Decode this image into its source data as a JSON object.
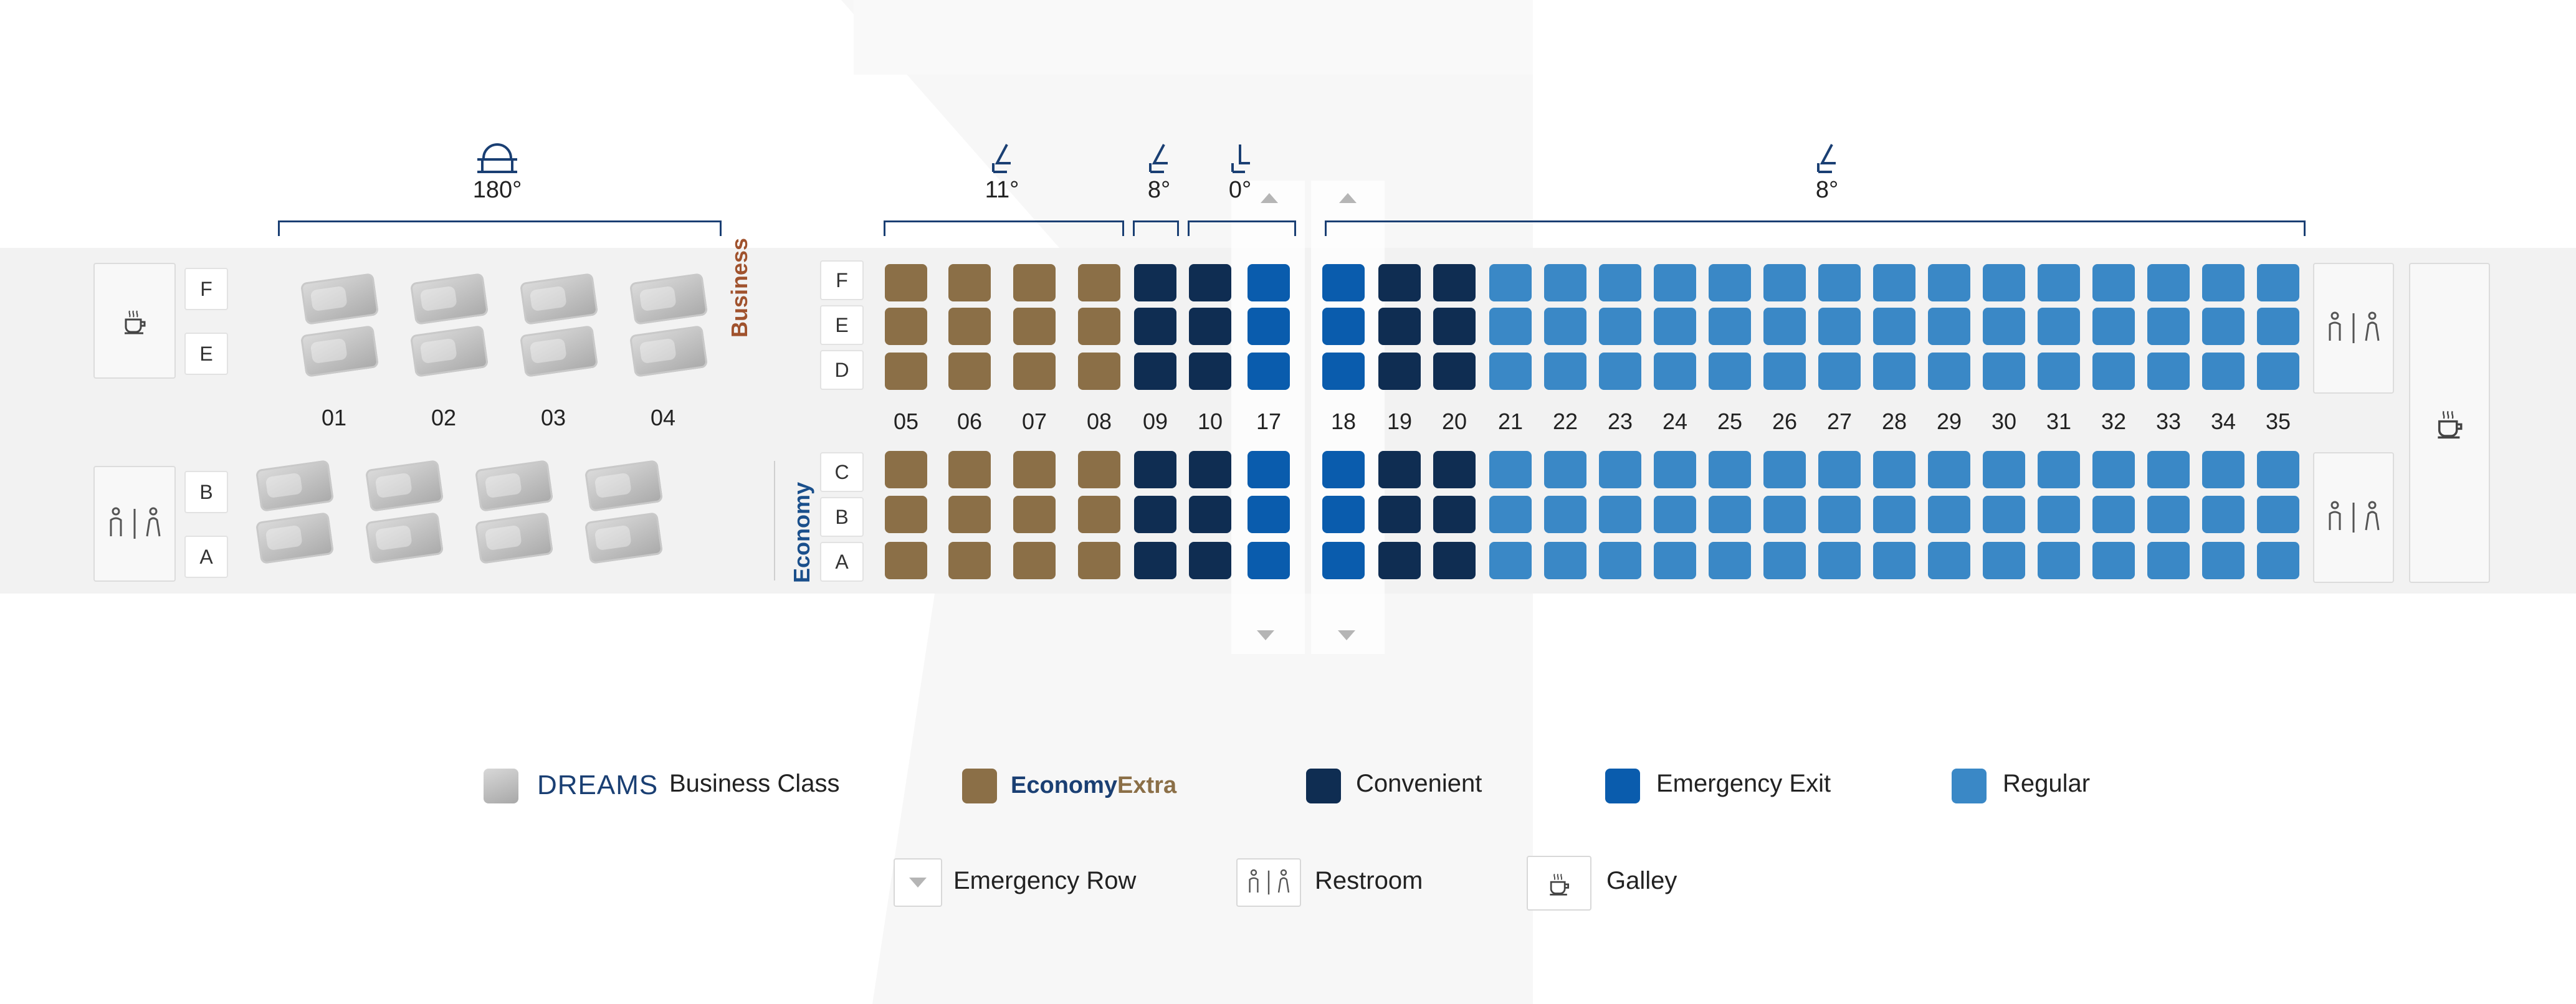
{
  "colors": {
    "business": "#b8b8b8",
    "economy_extra": "#8b6f47",
    "convenient": "#0f2d52",
    "emergency_exit": "#0a5cad",
    "regular": "#3a88c6",
    "bracket": "#1a3f73",
    "business_label": "#a0522d",
    "economy_label": "#1a4f8b"
  },
  "recline": [
    {
      "icon": "lie-flat-icon",
      "label": "180°"
    },
    {
      "icon": "seat-recline-icon",
      "label": "11°"
    },
    {
      "icon": "seat-recline-icon",
      "label": "8°"
    },
    {
      "icon": "seat-upright-icon",
      "label": "0°"
    },
    {
      "icon": "seat-recline-icon",
      "label": "8°"
    }
  ],
  "cabins": {
    "business": "Business",
    "economy": "Economy"
  },
  "business_rows": [
    "01",
    "02",
    "03",
    "04"
  ],
  "business_letters": {
    "upper": [
      "F",
      "E"
    ],
    "lower": [
      "B",
      "A"
    ]
  },
  "economy_letters": {
    "upper": [
      "F",
      "E",
      "D"
    ],
    "lower": [
      "C",
      "B",
      "A"
    ]
  },
  "economy_rows": [
    {
      "row": "05",
      "type": "economy_extra"
    },
    {
      "row": "06",
      "type": "economy_extra"
    },
    {
      "row": "07",
      "type": "economy_extra"
    },
    {
      "row": "08",
      "type": "economy_extra"
    },
    {
      "row": "09",
      "type": "convenient"
    },
    {
      "row": "10",
      "type": "convenient"
    },
    {
      "row": "17",
      "type": "emergency_exit"
    },
    {
      "row": "18",
      "type": "emergency_exit"
    },
    {
      "row": "19",
      "type": "convenient"
    },
    {
      "row": "20",
      "type": "convenient"
    },
    {
      "row": "21",
      "type": "regular"
    },
    {
      "row": "22",
      "type": "regular"
    },
    {
      "row": "23",
      "type": "regular"
    },
    {
      "row": "24",
      "type": "regular"
    },
    {
      "row": "25",
      "type": "regular"
    },
    {
      "row": "26",
      "type": "regular"
    },
    {
      "row": "27",
      "type": "regular"
    },
    {
      "row": "28",
      "type": "regular"
    },
    {
      "row": "29",
      "type": "regular"
    },
    {
      "row": "30",
      "type": "regular"
    },
    {
      "row": "31",
      "type": "regular"
    },
    {
      "row": "32",
      "type": "regular"
    },
    {
      "row": "33",
      "type": "regular"
    },
    {
      "row": "34",
      "type": "regular"
    },
    {
      "row": "35",
      "type": "regular"
    }
  ],
  "legend": {
    "business_brand": "DREAMS",
    "business_label": "Business Class",
    "economy_extra_brand_a": "Economy",
    "economy_extra_brand_b": "Extra",
    "convenient": "Convenient",
    "emergency_exit": "Emergency Exit",
    "regular": "Regular",
    "emergency_row": "Emergency Row",
    "restroom": "Restroom",
    "galley": "Galley"
  }
}
